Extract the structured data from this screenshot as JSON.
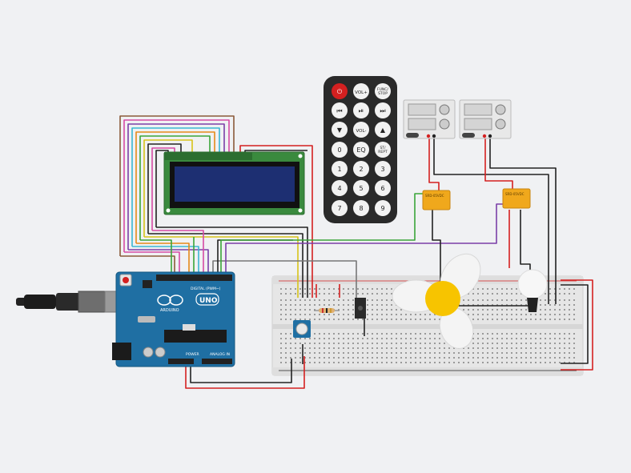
{
  "canvas": {
    "background": "#f0f1f3"
  },
  "colors": {
    "arduino": "#1f6fa3",
    "arduino_dark": "#16577f",
    "lcd_pcb": "#3a8a3e",
    "lcd_screen": "#1d2f72",
    "remote_body": "#2a2a2a",
    "breadboard": "#e7e7e7",
    "relay": "#f0a81c",
    "fan_blade": "#f4f4f4",
    "fan_hub": "#f7c400",
    "wire_red": "#d42020",
    "wire_black": "#222222",
    "wire_gray": "#777777",
    "wire_green": "#3aa53a",
    "wire_purple": "#7b3fa8",
    "wire_orange": "#e58a1a",
    "wire_yellow": "#d7c41a",
    "wire_cyan": "#3ab7d3",
    "wire_pink": "#d64aa5",
    "wire_brown": "#8a5a3a"
  },
  "remote": {
    "power_icon": "power-icon",
    "buttons": [
      {
        "label": "",
        "icon": "power-icon"
      },
      {
        "label": "VOL+"
      },
      {
        "label": "FUNC/\nSTOP"
      },
      {
        "label": "",
        "icon": "skip-back-icon"
      },
      {
        "label": "",
        "icon": "play-pause-icon"
      },
      {
        "label": "",
        "icon": "skip-forward-icon"
      },
      {
        "label": "",
        "icon": "triangle-down-icon"
      },
      {
        "label": "VOL-"
      },
      {
        "label": "",
        "icon": "triangle-up-icon"
      },
      {
        "label": "0"
      },
      {
        "label": "EQ"
      },
      {
        "label": "ST/\nREPT"
      },
      {
        "label": "1"
      },
      {
        "label": "2"
      },
      {
        "label": "3"
      },
      {
        "label": "4"
      },
      {
        "label": "5"
      },
      {
        "label": "6"
      },
      {
        "label": "7"
      },
      {
        "label": "8"
      },
      {
        "label": "9"
      }
    ]
  },
  "arduino": {
    "brand": "ARDUINO",
    "model": "UNO",
    "digital_label": "DIGITAL (PWM~)",
    "power_label": "POWER",
    "analog_label": "ANALOG IN"
  },
  "relays": [
    {
      "label": "SRD-05VDC"
    },
    {
      "label": "SRD-05VDC"
    }
  ]
}
